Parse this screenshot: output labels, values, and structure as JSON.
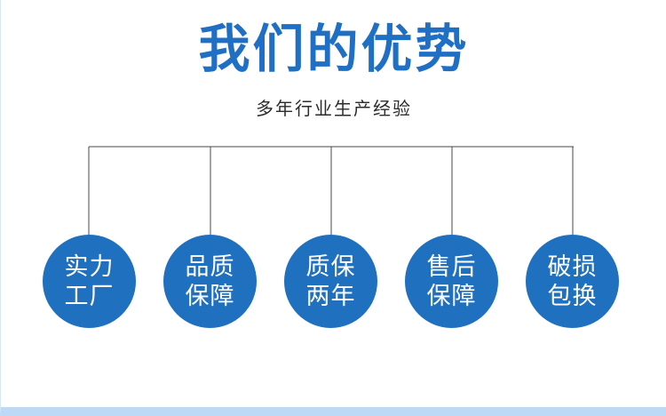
{
  "banner": {
    "title": "我们的优势",
    "subtitle": "多年行业生产经验",
    "title_color": "#1f6fc4",
    "subtitle_color": "#2b2b2b",
    "circle_color": "#2070c0",
    "circle_text_color": "#ffffff",
    "connector_color": "#4a4a4a",
    "bottom_band_color": "#bcd9f5",
    "background_color": "#ffffff"
  },
  "advantages": [
    {
      "line1": "实力",
      "line2": "工厂"
    },
    {
      "line1": "品质",
      "line2": "保障"
    },
    {
      "line1": "质保",
      "line2": "两年"
    },
    {
      "line1": "售后",
      "line2": "保障"
    },
    {
      "line1": "破损",
      "line2": "包换"
    }
  ]
}
